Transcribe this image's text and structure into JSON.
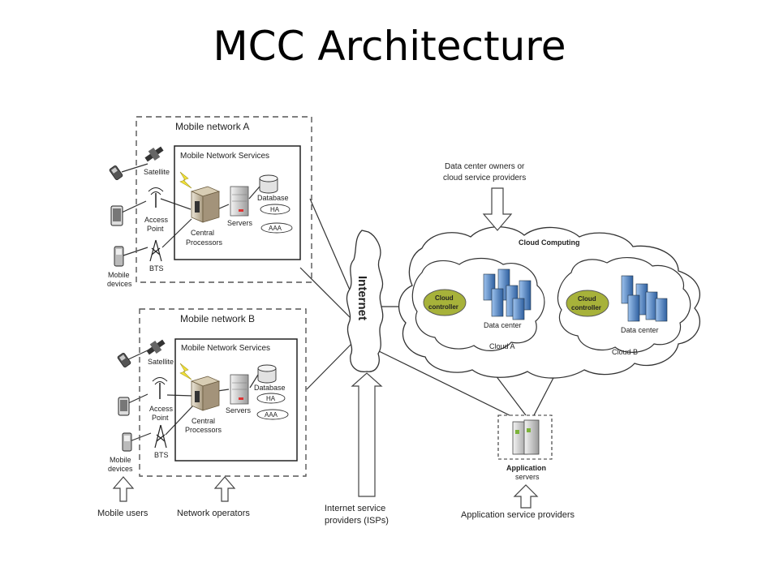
{
  "slide": {
    "title": "MCC Architecture"
  },
  "network_a": {
    "title": "Mobile network A",
    "services": "Mobile Network Services",
    "satellite": "Satellite",
    "access_point": [
      "Access",
      "Point"
    ],
    "bts": "BTS",
    "central": [
      "Central",
      "Processors"
    ],
    "servers": "Servers",
    "database": "Database",
    "ha": "HA",
    "aaa": "AAA",
    "mobile_devices": [
      "Mobile",
      "devices"
    ]
  },
  "network_b": {
    "title": "Mobile network B",
    "services": "Mobile Network Services",
    "satellite": "Satellite",
    "access_point": [
      "Access",
      "Point"
    ],
    "bts": "BTS",
    "central": [
      "Central",
      "Processors"
    ],
    "servers": "Servers",
    "database": "Database",
    "ha": "HA",
    "aaa": "AAA",
    "mobile_devices": [
      "Mobile",
      "devices"
    ]
  },
  "internet": "Internet",
  "cloud": {
    "title": "Cloud Computing",
    "controller": [
      "Cloud",
      "controller"
    ],
    "data_center": "Data center",
    "cloud_a": "Cloud A",
    "cloud_b": "Cloud B"
  },
  "providers": [
    "Data center owners or",
    "cloud service providers"
  ],
  "application_servers": [
    "Application",
    "servers"
  ],
  "bottom": {
    "mobile_users": "Mobile users",
    "network_operators": "Network operators",
    "isps": [
      "Internet service",
      "providers (ISPs)"
    ],
    "asp": "Application service providers"
  },
  "colors": {
    "controller": "#a7b23a",
    "server_blue": "#3f78b8",
    "arrow_fill": "#ffffff",
    "line": "#333333"
  }
}
